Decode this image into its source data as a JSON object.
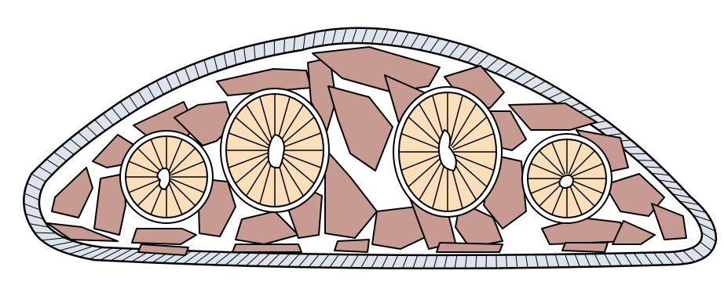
{
  "diagram": {
    "subject": "cross-section",
    "colors": {
      "background": "#ffffff",
      "outline": "#000000",
      "epidermis": "#dde3ec",
      "cilia": "#000000",
      "mesenchyme": "#ffffff",
      "muscle_blocks": "#c79a92",
      "gland_fill": "#fbdfbb",
      "gland_lumen": "#ffffff"
    },
    "glands": {
      "count": 4,
      "spokes": [
        16,
        20,
        20,
        16
      ]
    },
    "parts": [
      "epidermis",
      "cilia",
      "muscle-blocks",
      "glands",
      "gland-lumens"
    ]
  }
}
